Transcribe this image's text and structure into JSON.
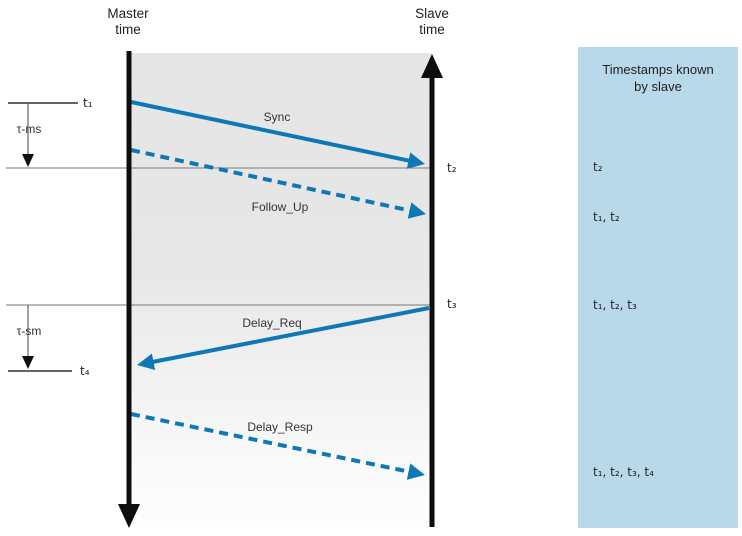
{
  "diagram": {
    "master_title": "Master\ntime",
    "slave_title": "Slave\ntime",
    "messages": {
      "sync": "Sync",
      "follow_up": "Follow_Up",
      "delay_req": "Delay_Req",
      "delay_resp": "Delay_Resp"
    },
    "timestamps": {
      "t1": "t₁",
      "t2": "t₂",
      "t3": "t₃",
      "t4": "t₄"
    },
    "intervals": {
      "tau_ms": "τ-ms",
      "tau_sm": "τ-sm"
    },
    "colors": {
      "arrow_blue": "#0e78b6",
      "box_blue": "#b8d9e9",
      "timeline_black": "#0d0d0d",
      "grid_gray": "#8f8f8f",
      "region_gray_top": "#e5e5e5"
    }
  },
  "timestamps_box": {
    "title": "Timestamps known\nby slave",
    "entries": [
      {
        "text": "t₂"
      },
      {
        "text": "t₁, t₂"
      },
      {
        "text": "t₁, t₂, t₃"
      },
      {
        "text": "t₁, t₂, t₃, t₄"
      }
    ]
  }
}
